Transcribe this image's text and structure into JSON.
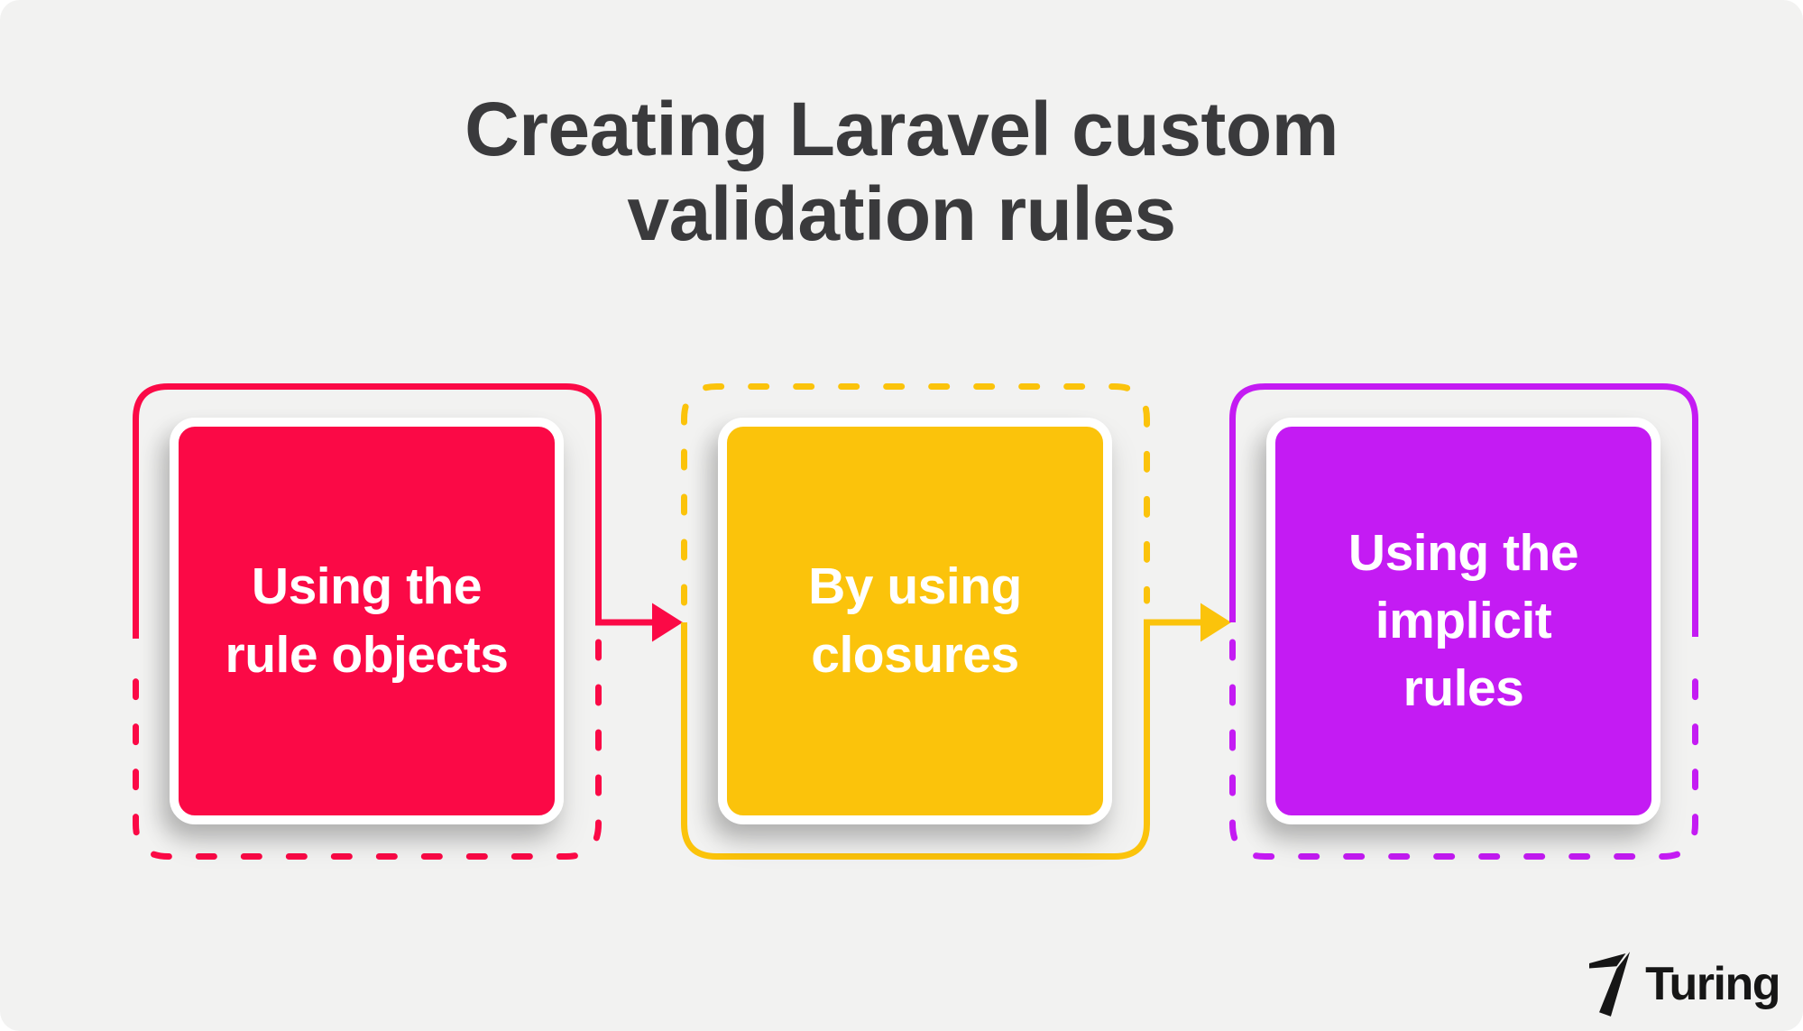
{
  "title": {
    "text": "Creating Laravel custom validation rules",
    "line1": "Creating Laravel custom",
    "line2": "validation rules"
  },
  "steps": [
    {
      "name": "rule-objects",
      "lines": [
        "Using the",
        "rule objects"
      ],
      "color": "#FB0946"
    },
    {
      "name": "closures",
      "lines": [
        "By using",
        "closures"
      ],
      "color": "#FBC30B"
    },
    {
      "name": "implicit-rules",
      "lines": [
        "Using the",
        "implicit",
        "rules"
      ],
      "color": "#C41BF3"
    }
  ],
  "logo": {
    "brand": "Turing",
    "icon_color": "#161616"
  },
  "colors": {
    "background": "#F2F2F1",
    "title_text": "#3A3A3C",
    "card_text": "#FFFFFF",
    "card_border": "#FFFFFF",
    "logo_text": "#161616"
  }
}
